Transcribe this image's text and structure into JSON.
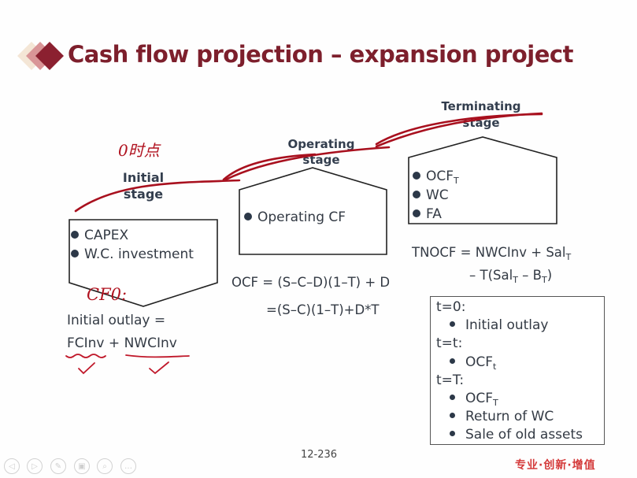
{
  "slide": {
    "title": "Cash flow projection – expansion project",
    "page_number": "12-236",
    "slogan": "专业·创新·增值",
    "colors": {
      "title": "#7d1f2c",
      "annotation": "#a8101e",
      "slogan": "#d43a3a"
    }
  },
  "annotations": {
    "time_zero_note": "0时点",
    "cf0_note": "CF0:"
  },
  "stages": {
    "initial": {
      "label_line1": "Initial",
      "label_line2": "stage",
      "items": [
        "CAPEX",
        "W.C. investment"
      ],
      "formula_line1": "Initial outlay =",
      "formula_term1": "FCInv",
      "formula_plus": " + ",
      "formula_term2": "NWCInv"
    },
    "operating": {
      "label_line1": "Operating",
      "label_line2": "stage",
      "items": [
        "Operating CF"
      ],
      "formula_line1": "OCF = (S–C–D)(1–T) + D",
      "formula_line2": "=(S–C)(1–T)+D*T"
    },
    "terminating": {
      "label_line1": "Terminating",
      "label_line2": "stage",
      "items": [
        {
          "base": "OCF",
          "sub": "T"
        },
        {
          "base": "WC",
          "sub": ""
        },
        {
          "base": "FA",
          "sub": ""
        }
      ],
      "formula": {
        "lhs": "TNOCF = NWCInv + Sal",
        "sub1": "T",
        "line2_a": "– T(Sal",
        "sub2": "T",
        "line2_b": " – B",
        "sub3": "T",
        "line2_c": ")"
      }
    }
  },
  "timeline_box": {
    "t0_label": "t=0:",
    "t0_item": "Initial outlay",
    "tt_label": "t=t:",
    "tt_item_base": "OCF",
    "tt_item_sub": "t",
    "tT_label": "t=T:",
    "tT_item1_base": "OCF",
    "tT_item1_sub": "T",
    "tT_item2": "Return of WC",
    "tT_item3": "Sale of old assets"
  },
  "nav_controls": [
    {
      "name": "previous",
      "icon": "chevron-left-icon",
      "glyph": "◁"
    },
    {
      "name": "next",
      "icon": "chevron-right-icon",
      "glyph": "▷"
    },
    {
      "name": "pen",
      "icon": "pen-icon",
      "glyph": "✎"
    },
    {
      "name": "slides",
      "icon": "slides-icon",
      "glyph": "▣"
    },
    {
      "name": "zoom",
      "icon": "magnifier-icon",
      "glyph": "⌕"
    },
    {
      "name": "more",
      "icon": "more-icon",
      "glyph": "…"
    }
  ]
}
